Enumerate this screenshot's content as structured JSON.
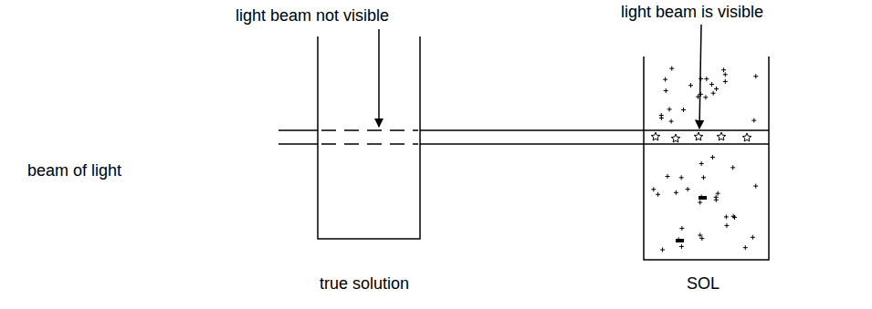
{
  "diagram": {
    "labels": [
      "light beam not visible",
      "light beam is visible",
      "beam of light",
      "true solution",
      "SOL"
    ]
  }
}
